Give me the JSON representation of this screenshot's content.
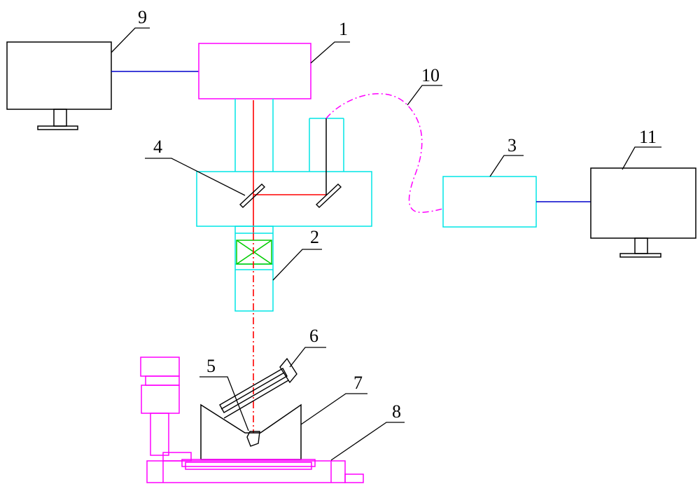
{
  "labels": {
    "n1": "1",
    "n2": "2",
    "n3": "3",
    "n4": "4",
    "n5": "5",
    "n6": "6",
    "n7": "7",
    "n8": "8",
    "n9": "9",
    "n10": "10",
    "n11": "11"
  },
  "colors": {
    "laser_head": "#ff00ff",
    "optics": "#00e5e5",
    "beam": "#ff0000",
    "lens": "#00cc00",
    "monitor": "#000000",
    "cable": "#0000cc",
    "fiber": "#ff00ff",
    "leader": "#000000"
  }
}
